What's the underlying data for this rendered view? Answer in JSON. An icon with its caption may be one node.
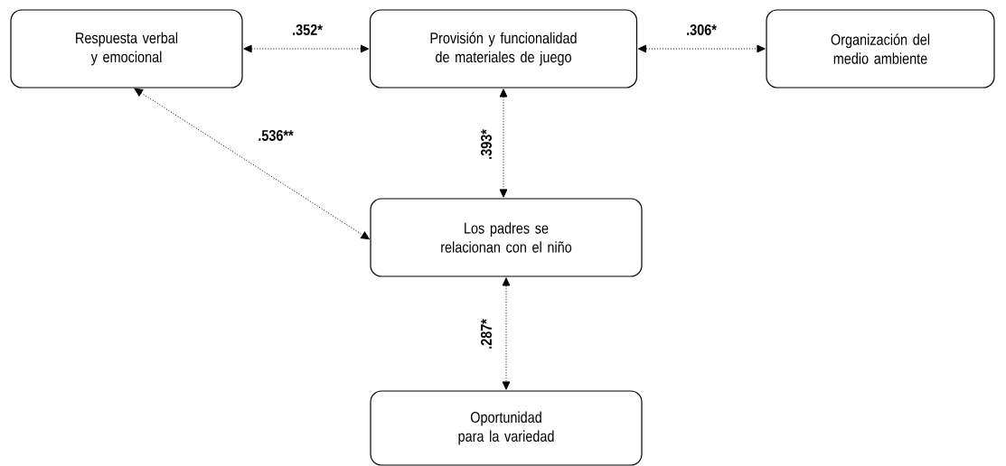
{
  "diagram": {
    "nodes": [
      {
        "text": [
          "Respuesta verbal y emocional"
        ]
      },
      {
        "text": [
          "Provisión y funcionalidad de materiales de juego"
        ]
      },
      {
        "text": [
          "Organización del medio ambiente"
        ]
      },
      {
        "text": [
          "Los padres se relacionan con el niño"
        ]
      },
      {
        "text": [
          "Oportunidad para la variedad"
        ]
      }
    ],
    "edges": [
      {
        "from": 0,
        "to": 1,
        "arrow": "both",
        "label": ".352*",
        "style": "dashed"
      },
      {
        "from": 1,
        "to": 2,
        "arrow": "both",
        "label": ".306*",
        "style": "dashed"
      },
      {
        "from": 0,
        "to": 3,
        "arrow": "both",
        "label": ".536**",
        "style": "dashed"
      },
      {
        "from": 1,
        "to": 3,
        "arrow": "both",
        "label": ".393*",
        "style": "dashed"
      },
      {
        "from": 3,
        "to": 4,
        "arrow": "both",
        "label": ".287*",
        "style": "dashed"
      }
    ]
  }
}
